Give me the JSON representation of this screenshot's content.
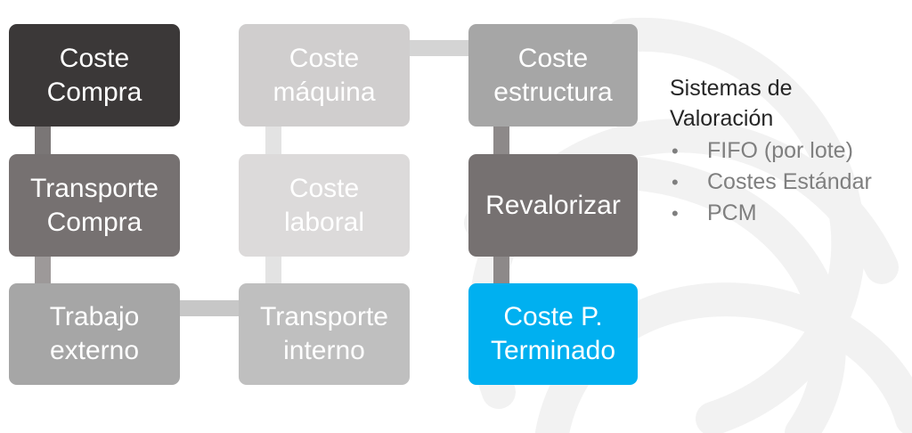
{
  "colors": {
    "dark": "#3b3838",
    "medium": "#767171",
    "grey": "#a6a6a6",
    "light": "#d0cece",
    "highlight": "#00b0f0",
    "watermark": "#f2f2f2"
  },
  "boxes": {
    "coste_compra": "Coste\nCompra",
    "transporte_compra": "Transporte\nCompra",
    "trabajo_externo": "Trabajo\nexterno",
    "coste_maquina": "Coste\nmáquina",
    "coste_laboral": "Coste\nlaboral",
    "transporte_interno": "Transporte\ninterno",
    "coste_estructura": "Coste\nestructura",
    "revalorizar": "Revalorizar",
    "coste_terminado": "Coste P.\nTerminado"
  },
  "side_panel": {
    "heading": "Sistemas de\nValoración",
    "items": [
      {
        "bullet": "•",
        "label": "FIFO (por lote)"
      },
      {
        "bullet": "•",
        "label": "Costes Estándar"
      },
      {
        "bullet": "•",
        "label": "PCM"
      }
    ]
  }
}
